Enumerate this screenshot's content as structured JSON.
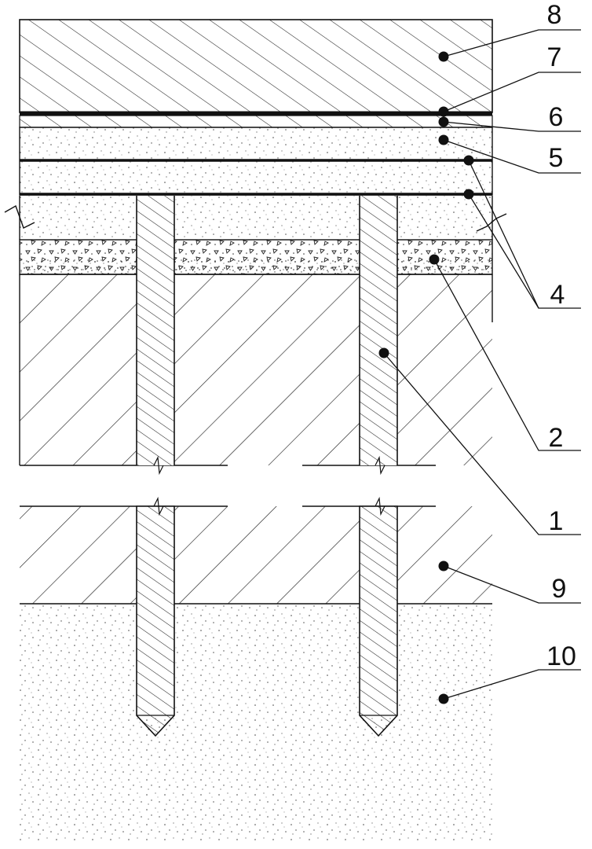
{
  "figure": {
    "callouts": [
      {
        "id": "c8",
        "label": "8"
      },
      {
        "id": "c7",
        "label": "7"
      },
      {
        "id": "c6",
        "label": "6"
      },
      {
        "id": "c5",
        "label": "5"
      },
      {
        "id": "c4",
        "label": "4"
      },
      {
        "id": "c2",
        "label": "2"
      },
      {
        "id": "c1",
        "label": "1"
      },
      {
        "id": "c9",
        "label": "9"
      },
      {
        "id": "c10",
        "label": "10"
      }
    ],
    "colors": {
      "ink": "#111111",
      "background": "#ffffff"
    }
  }
}
